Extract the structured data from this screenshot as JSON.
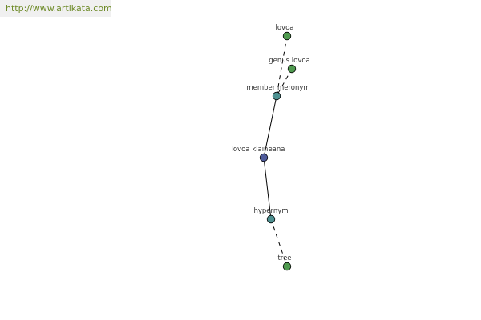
{
  "header": {
    "url_text": "http://www.artikata.com"
  },
  "colors": {
    "background": "#ffffff",
    "banner_bg": "#f0f0f0",
    "banner_text": "#6d8a27",
    "edge": "#000000",
    "label": "#333333",
    "node_outline": "#000000",
    "node_green": "#4f9a4f",
    "node_teal": "#4e9191",
    "node_blue": "#4e5a9a"
  },
  "graph": {
    "nodes": [
      {
        "id": "lovoa",
        "label": "lovoa",
        "color": "#4f9a4f"
      },
      {
        "id": "genus-lovoa",
        "label": "genus lovoa",
        "color": "#4f9a4f"
      },
      {
        "id": "member-meronym",
        "label": "member meronym",
        "color": "#4e9191"
      },
      {
        "id": "lovoa-klaineana",
        "label": "lovoa klaineana",
        "color": "#4e5a9a"
      },
      {
        "id": "hypernym",
        "label": "hypernym",
        "color": "#4e9191"
      },
      {
        "id": "tree",
        "label": "tree",
        "color": "#4f9a4f"
      }
    ],
    "edges": [
      {
        "from": "lovoa",
        "to": "member-meronym",
        "style": "dashed"
      },
      {
        "from": "genus-lovoa",
        "to": "member-meronym",
        "style": "dashed"
      },
      {
        "from": "member-meronym",
        "to": "lovoa-klaineana",
        "style": "solid"
      },
      {
        "from": "lovoa-klaineana",
        "to": "hypernym",
        "style": "solid"
      },
      {
        "from": "hypernym",
        "to": "tree",
        "style": "dashed"
      }
    ]
  }
}
